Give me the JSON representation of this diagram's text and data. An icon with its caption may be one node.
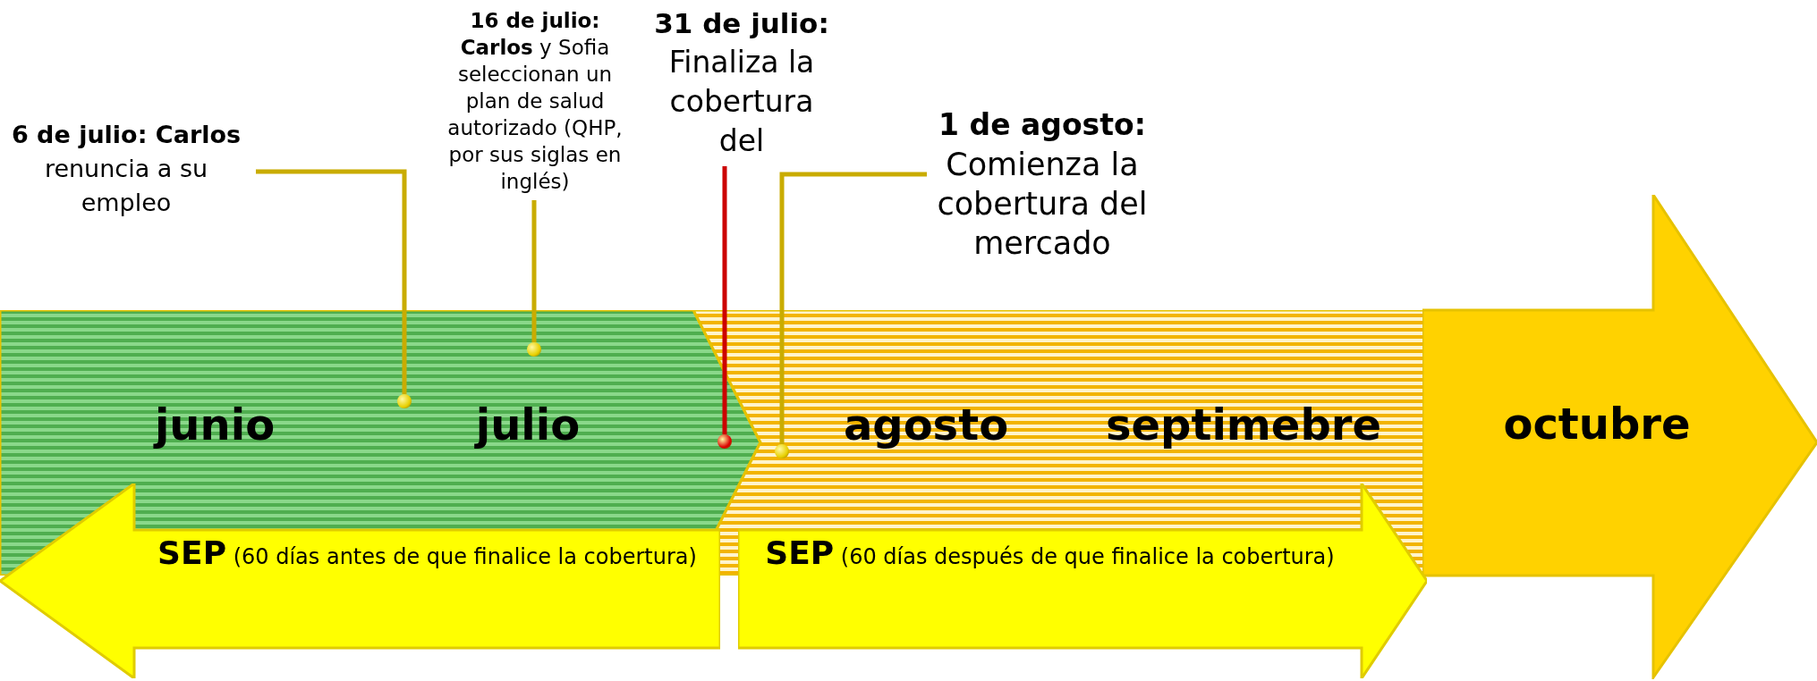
{
  "diagram": {
    "nodes": [
      {
        "text": [
          "junio",
          "julio"
        ]
      },
      {
        "text": [
          "agosto",
          "septimebre"
        ]
      },
      {
        "text": [
          "octubre"
        ]
      },
      {
        "text": [
          "**SEP** (60 días antes de que finalice la cobertura)"
        ]
      },
      {
        "text": [
          "**SEP** (60 días después de que finalice la cobertura)"
        ]
      },
      {
        "text": [
          "**6 de julio: Carlos** renuncia a su empleo"
        ]
      },
      {
        "text": [
          "**16 de julio: Carlos** y Sofia seleccionan un plan de salud autorizado (QHP, por sus siglas en inglés)"
        ]
      },
      {
        "text": [
          "31 de julio:",
          "Finaliza la cobertura del"
        ]
      },
      {
        "text": [
          "1 de agosto:",
          "Comienza la cobertura del mercado"
        ]
      },
      {
        "text": [],
        "shape": "circle",
        "in": 0
      },
      {
        "text": [],
        "shape": "circle",
        "in": 0
      },
      {
        "text": [],
        "shape": "circle",
        "in": 0
      },
      {
        "text": [],
        "shape": "circle",
        "in": 1
      }
    ],
    "edges": [
      {
        "from": 5,
        "to": 9,
        "arrow": "none"
      },
      {
        "from": 6,
        "to": 10,
        "arrow": "none"
      },
      {
        "from": 7,
        "to": 11,
        "arrow": "none",
        "color": "#cc0000"
      },
      {
        "from": 8,
        "to": 12,
        "arrow": "none"
      }
    ]
  }
}
